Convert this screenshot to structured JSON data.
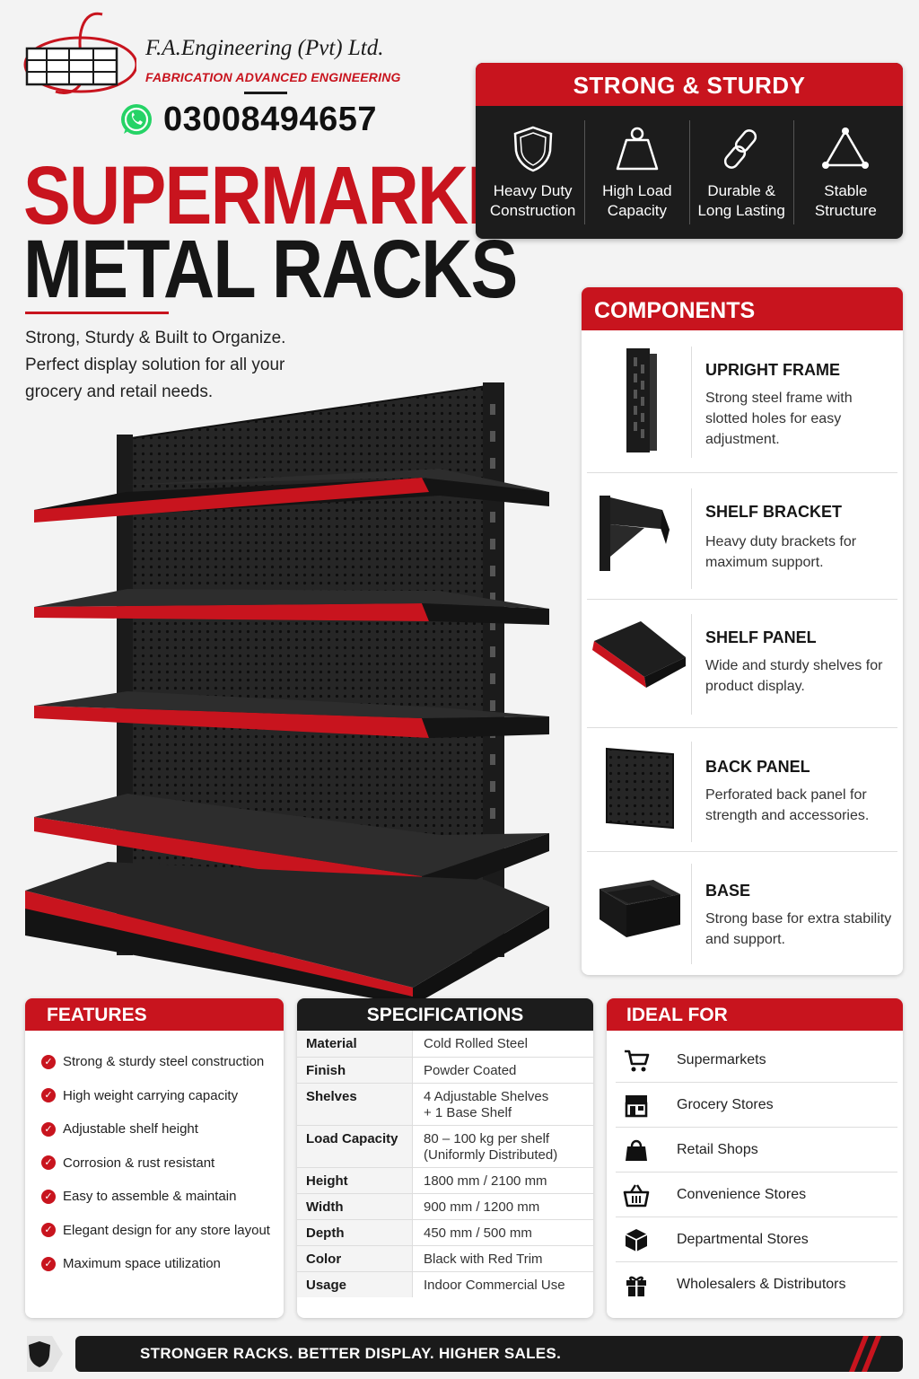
{
  "brand": {
    "company": "F.A.Engineering (Pvt) Ltd.",
    "tagline": "FABRICATION ADVANCED ENGINEERING",
    "phone": "03008494657"
  },
  "hero": {
    "title_line1": "SUPERMARKET",
    "title_line2": "METAL RACKS",
    "subtitle_line1": "Strong, Sturdy & Built to Organize.",
    "subtitle_line2": "Perfect display solution for all your",
    "subtitle_line3": "grocery and retail needs."
  },
  "strong": {
    "heading": "STRONG & STURDY",
    "items": [
      {
        "l1": "Heavy Duty",
        "l2": "Construction",
        "icon": "shield-icon"
      },
      {
        "l1": "High Load",
        "l2": "Capacity",
        "icon": "weight-icon"
      },
      {
        "l1": "Durable &",
        "l2": "Long Lasting",
        "icon": "chain-link-icon"
      },
      {
        "l1": "Stable",
        "l2": "Structure",
        "icon": "triangle-icon"
      }
    ]
  },
  "components": {
    "heading": "COMPONENTS",
    "items": [
      {
        "title": "UPRIGHT FRAME",
        "desc": "Strong steel frame with slotted holes for easy adjustment."
      },
      {
        "title": "SHELF BRACKET",
        "desc": "Heavy duty brackets for maximum support."
      },
      {
        "title": "SHELF PANEL",
        "desc": "Wide and sturdy shelves for product display."
      },
      {
        "title": "BACK PANEL",
        "desc": "Perforated back panel for strength and accessories."
      },
      {
        "title": "BASE",
        "desc": "Strong base for extra stability and support."
      }
    ]
  },
  "features": {
    "heading": "FEATURES",
    "items": [
      "Strong & sturdy steel construction",
      "High weight carrying capacity",
      "Adjustable shelf height",
      "Corrosion & rust resistant",
      "Easy to assemble & maintain",
      "Elegant design for any store layout",
      "Maximum space utilization"
    ]
  },
  "specs": {
    "heading": "SPECIFICATIONS",
    "rows": [
      {
        "k": "Material",
        "v1": "Cold Rolled Steel",
        "v2": ""
      },
      {
        "k": "Finish",
        "v1": "Powder Coated",
        "v2": ""
      },
      {
        "k": "Shelves",
        "v1": "4 Adjustable Shelves",
        "v2": "+ 1 Base Shelf"
      },
      {
        "k": "Load Capacity",
        "v1": "80 – 100 kg per shelf",
        "v2": "(Uniformly Distributed)"
      },
      {
        "k": "Height",
        "v1": "1800 mm / 2100 mm",
        "v2": ""
      },
      {
        "k": "Width",
        "v1": "900 mm / 1200 mm",
        "v2": ""
      },
      {
        "k": "Depth",
        "v1": "450 mm / 500 mm",
        "v2": ""
      },
      {
        "k": "Color",
        "v1": "Black with Red Trim",
        "v2": ""
      },
      {
        "k": "Usage",
        "v1": "Indoor Commercial Use",
        "v2": ""
      }
    ]
  },
  "ideal": {
    "heading": "IDEAL FOR",
    "items": [
      {
        "label": "Supermarkets",
        "icon": "shopping-cart-icon"
      },
      {
        "label": "Grocery Stores",
        "icon": "storefront-icon"
      },
      {
        "label": "Retail Shops",
        "icon": "shopping-bag-icon"
      },
      {
        "label": "Convenience Stores",
        "icon": "basket-icon"
      },
      {
        "label": "Departmental Stores",
        "icon": "box-icon"
      },
      {
        "label": "Wholesalers & Distributors",
        "icon": "gift-box-icon"
      }
    ]
  },
  "footer": {
    "slogan": "STRONGER RACKS. BETTER DISPLAY. HIGHER SALES."
  },
  "colors": {
    "accent": "#c8141e",
    "dark": "#1c1c1c"
  }
}
